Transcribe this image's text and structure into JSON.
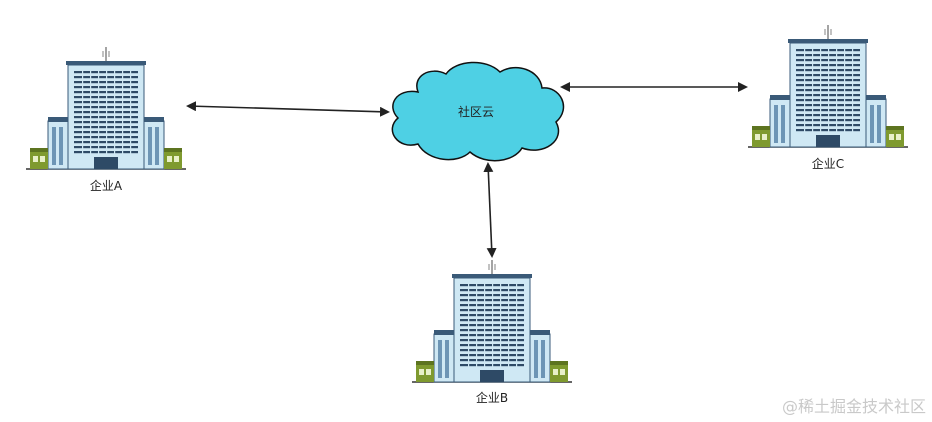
{
  "diagram": {
    "cloud_label": "社区云",
    "nodes": {
      "a": {
        "label": "企业A"
      },
      "b": {
        "label": "企业B"
      },
      "c": {
        "label": "企业C"
      }
    },
    "edges": [
      {
        "from": "企业A",
        "to": "社区云",
        "direction": "both"
      },
      {
        "from": "企业C",
        "to": "社区云",
        "direction": "both"
      },
      {
        "from": "企业B",
        "to": "社区云",
        "direction": "both"
      }
    ]
  },
  "watermark": "@稀土掘金技术社区",
  "colors": {
    "cloud_fill": "#4ed0e4",
    "cloud_stroke": "#111111",
    "building_facade": "#cfe8f4",
    "building_frame": "#3a5a78",
    "building_window": "#2e4a66",
    "building_base_green": "#7f9a2f",
    "arrow": "#222222"
  }
}
